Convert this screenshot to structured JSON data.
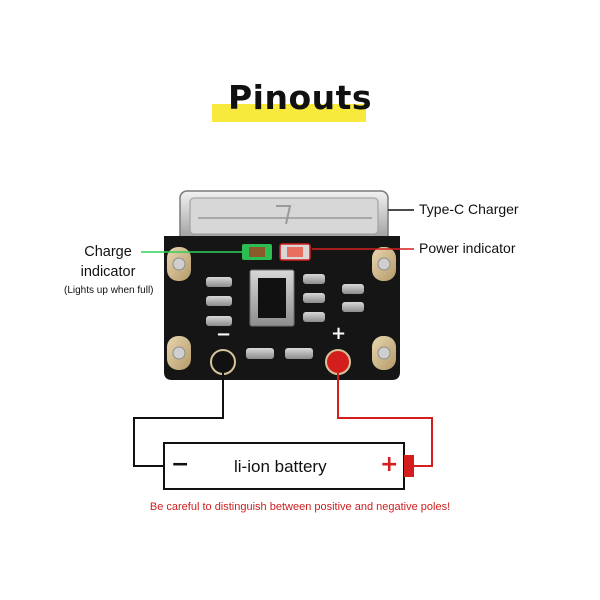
{
  "title": "Pinouts",
  "labels": {
    "type_c": "Type-C Charger",
    "power_indicator": "Power indicator",
    "charge_indicator_line1": "Charge",
    "charge_indicator_line2": "indicator",
    "charge_indicator_note": "(Lights up when full)"
  },
  "battery": {
    "label": "li-ion battery",
    "negative": "−",
    "positive": "+"
  },
  "warning": "Be careful to distinguish between positive and negative poles!",
  "pcb_polarity": {
    "negative": "−",
    "positive": "+"
  },
  "colors": {
    "highlight": "#f7ea3c",
    "pcb": "#151515",
    "negative_wire": "#111111",
    "positive_wire": "#d41e1e",
    "charge_led": "#2fd05a",
    "power_led": "#d41e1e",
    "warning_text": "#cc1e1e"
  }
}
